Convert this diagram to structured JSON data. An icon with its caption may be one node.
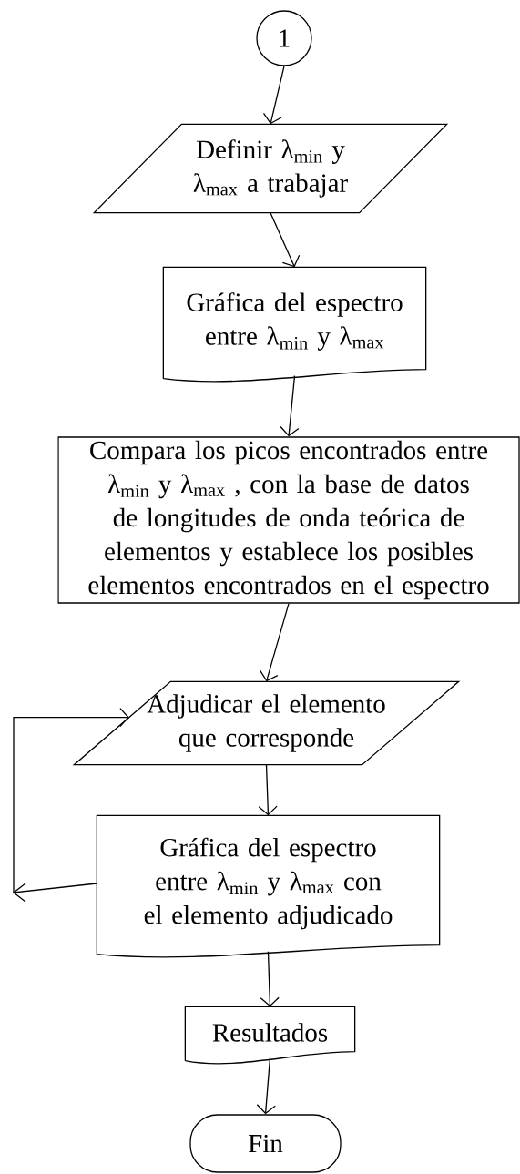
{
  "diagram": {
    "nodes": [
      {
        "text": [
          "1"
        ]
      },
      {
        "text": [
          "Definir λ$_{min}$ y λ$_{max}$ a trabajar"
        ]
      },
      {
        "text": [
          "Gráfica del espectro entre λ$_{min}$ y λ$_{max}$"
        ]
      },
      {
        "text": [
          "Compara los picos encontrados entre λ$_{min}$ y λ$_{max}$ , con la base de datos de longitudes de onda teórica de elementos y establece los posibles elementos encontrados en el espectro"
        ]
      },
      {
        "text": [
          "Adjudicar el elemento que corresponde"
        ]
      },
      {
        "text": [
          "Gráfica del espectro entre λ$_{min}$ y λ$_{max}$ con el elemento adjudicado"
        ]
      },
      {
        "text": [
          "Resultados"
        ]
      },
      {
        "text": [
          "Fin"
        ]
      }
    ],
    "edges": [
      {
        "from": 0,
        "to": 1,
        "arrow": "to"
      },
      {
        "from": 1,
        "to": 2,
        "arrow": "to"
      },
      {
        "from": 2,
        "to": 3,
        "arrow": "to"
      },
      {
        "from": 3,
        "to": 4,
        "arrow": "to"
      },
      {
        "from": 4,
        "to": 5,
        "arrow": "to"
      },
      {
        "from": 5,
        "to": 4,
        "arrow": "to"
      },
      {
        "from": 5,
        "to": 6,
        "arrow": "to"
      },
      {
        "from": 6,
        "to": 7,
        "arrow": "to"
      }
    ]
  }
}
